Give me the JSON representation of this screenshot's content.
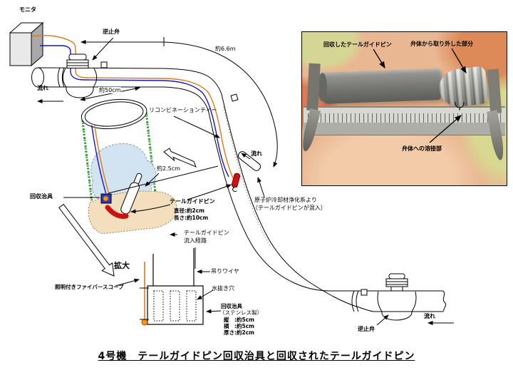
{
  "title": "4号機　テールガイドピン回収治具と回収されたテールガイドピン",
  "labels": {
    "monitor": "モニタ",
    "check_valve_top": "逆止弁",
    "flow_top": "流れ",
    "pipe_length": "約6.6m",
    "tee_width": "約50cm",
    "recombination_tee": "リコンビネーションティー",
    "pipe_bore": "約2.5cm",
    "tail_guide_pin": "テールガイドピン",
    "pin_diameter": "直径:約2cm",
    "pin_length": "長さ:約10cm",
    "recovery_jig": "回収治具",
    "inflow_path_line1": "テールガイドピン",
    "inflow_path_line2": "流入経路",
    "flow_mid": "流れ",
    "rwcu_source_line1": "原子炉冷却材浄化系より",
    "rwcu_source_line2": "（テールガイドピンが混入）",
    "enlarge": "拡大",
    "fiberscope": "照明付きファイバースコープ",
    "hanging_wire": "吊りワイヤ",
    "drain_holes": "水抜き穴",
    "jig_spec_name": "回収治具",
    "jig_spec_material": "（ステンレス製）",
    "jig_spec_height": "縦　:約5cm",
    "jig_spec_width": "横　:約5cm",
    "jig_spec_thickness": "厚さ:約2cm",
    "flow_bottom": "流れ",
    "check_valve_bottom": "逆止弁"
  },
  "photo_labels": {
    "recovered_pin": "回収したテールガイドピン",
    "removed_part": "弁体から取り外した部分",
    "weld_joint": "弁体への溶接部"
  },
  "colors": {
    "cable_orange": "#e07818",
    "cable_blue": "#1414cc",
    "tee_green": "#2fae2f",
    "pin_red": "#cc1111",
    "jig_blue": "#2438c8",
    "scope_dot_orange": "#ff9500",
    "water_blue": "#d2e4f2",
    "sediment_tan": "#f3debe",
    "photo_background": "#e9b892"
  }
}
